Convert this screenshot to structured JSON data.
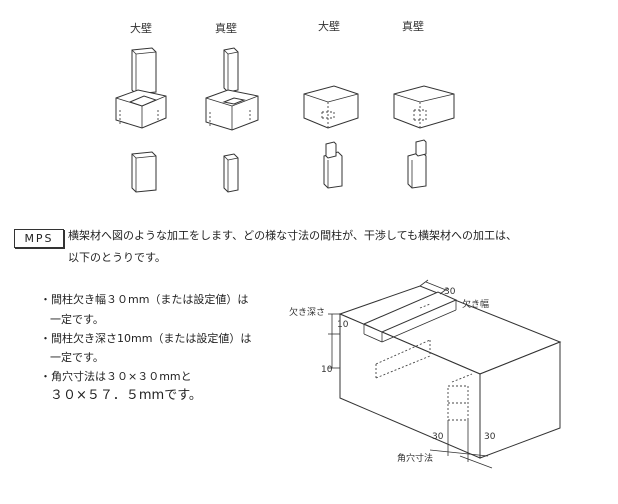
{
  "top_labels": [
    "大壁",
    "真壁",
    "大壁",
    "真壁"
  ],
  "badge": "MPS",
  "intro": {
    "line1": "横架材へ図のような加工をします、どの様な寸法の間柱が、干渉しても横架材への加工は、",
    "line2": "以下のとうりです。"
  },
  "bullets": {
    "b1_line1": "・間柱欠き幅３０mm（または設定値）は",
    "b1_line2": "一定です。",
    "b2_line1": "・間柱欠き深さ10mm（または設定値）は",
    "b2_line2": "一定です。",
    "b3_line1": "・角穴寸法は３０×３０mmと",
    "b3_line2": "３０×５７．５mmです。"
  },
  "dims": {
    "kaki_haba": "欠き幅",
    "kaki_fukasa": "欠き深さ",
    "kakuana": "角穴寸法",
    "d30_top": "30",
    "d10_a": "10",
    "d10_b": "10",
    "d30_left": "30",
    "d30_right": "30"
  }
}
